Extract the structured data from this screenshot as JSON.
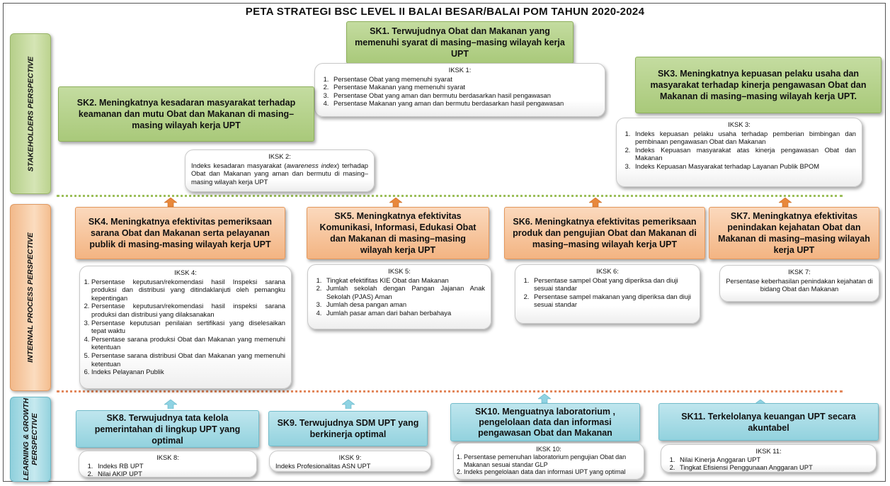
{
  "title": "PETA STRATEGI BSC LEVEL II BALAI BESAR/BALAI POM TAHUN 2020-2024",
  "perspectives": {
    "stakeholders": "STAKEHOLDERS PERSPECTIVE",
    "internal": "INTERNAL PROCESS PERSPECTIVE",
    "learning_line1": "LEARNING & GROWTH",
    "learning_line2": "PERSPECTIVE"
  },
  "sk1": {
    "title": "SK1. Terwujudnya Obat dan Makanan yang memenuhi syarat di masing–masing wilayah kerja UPT",
    "iksk_title": "IKSK 1:",
    "items": [
      "Persentase Obat yang memenuhi syarat",
      "Persentase Makanan yang memenuhi syarat",
      "Persentase Obat yang aman dan bermutu berdasarkan hasil pengawasan",
      "Persentase Makanan yang aman dan bermutu berdasarkan hasil pengawasan"
    ]
  },
  "sk2": {
    "title": "SK2. Meningkatnya kesadaran masyarakat terhadap keamanan dan mutu Obat dan Makanan di masing–masing wilayah kerja UPT",
    "iksk_title": "IKSK 2:",
    "text_a": "Indeks kesadaran masyarakat (",
    "text_em": "awareness index",
    "text_b": ") terhadap Obat dan Makanan yang aman dan bermutu di masing–masing wilayah kerja UPT"
  },
  "sk3": {
    "title": "SK3. Meningkatnya kepuasan pelaku usaha dan masyarakat terhadap kinerja pengawasan Obat dan Makanan di masing–masing wilayah kerja UPT.",
    "iksk_title": "IKSK 3:",
    "items": [
      "Indeks kepuasan pelaku usaha terhadap pemberian bimbingan dan pembinaan pengawasan Obat dan Makanan",
      "Indeks Kepuasan masyarakat atas kinerja pengawasan Obat dan Makanan",
      "Indeks Kepuasan Masyarakat terhadap Layanan Publik BPOM"
    ]
  },
  "sk4": {
    "title": "SK4. Meningkatnya efektivitas pemeriksaan sarana Obat dan Makanan serta pelayanan publik di masing-masing wilayah kerja UPT",
    "iksk_title": "IKSK 4:",
    "items": [
      "Persentase keputusan/rekomendasi hasil Inspeksi sarana produksi dan distribusi yang ditindaklanjuti oleh pemangku kepentingan",
      "Persentase keputusan/rekomendasi hasil inspeksi sarana produksi dan distribusi yang dilaksanakan",
      "Persentase keputusan penilaian sertifikasi yang diselesaikan tepat waktu",
      "Persentase sarana produksi Obat dan Makanan yang memenuhi ketentuan",
      "Persentase sarana distribusi Obat dan Makanan yang memenuhi ketentuan",
      "Indeks Pelayanan Publik"
    ]
  },
  "sk5": {
    "title": "SK5. Meningkatnya efektivitas Komunikasi, Informasi, Edukasi Obat dan Makanan di masing–masing wilayah kerja UPT",
    "iksk_title": "IKSK 5:",
    "items": [
      "Tingkat efektifitas KIE Obat dan Makanan",
      "Jumlah sekolah dengan Pangan Jajanan Anak Sekolah (PJAS) Aman",
      "Jumlah desa pangan aman",
      "Jumlah pasar aman dari bahan berbahaya"
    ]
  },
  "sk6": {
    "title": "SK6. Meningkatnya efektivitas pemeriksaan produk dan pengujian Obat dan Makanan di masing–masing wilayah kerja UPT",
    "iksk_title": "IKSK 6:",
    "items": [
      "Persentase sampel Obat yang diperiksa dan diuji sesuai standar",
      "Persentase sampel makanan yang diperiksa dan diuji sesuai standar"
    ]
  },
  "sk7": {
    "title": "SK7. Meningkatnya efektivitas penindakan kejahatan Obat dan Makanan di masing–masing wilayah kerja UPT",
    "iksk_title": "IKSK 7:",
    "text": "Persentase keberhasilan penindakan kejahatan di bidang Obat dan Makanan"
  },
  "sk8": {
    "title": "SK8. Terwujudnya tata kelola pemerintahan di lingkup UPT yang optimal",
    "iksk_title": "IKSK 8:",
    "items": [
      "Indeks RB UPT",
      "Nilai AKIP UPT"
    ]
  },
  "sk9": {
    "title": "SK9. Terwujudnya SDM UPT yang berkinerja optimal",
    "iksk_title": "IKSK 9:",
    "text": "Indeks Profesionalitas ASN UPT"
  },
  "sk10": {
    "title": "SK10. Menguatnya laboratorium , pengelolaan data dan informasi pengawasan Obat dan Makanan",
    "iksk_title": "IKSK 10:",
    "items": [
      "Persentase pemenuhan laboratorium pengujian Obat dan Makanan sesuai standar GLP",
      "Indeks pengelolaan data dan informasi UPT yang optimal"
    ]
  },
  "sk11": {
    "title": "SK11. Terkelolanya keuangan UPT secara akuntabel",
    "iksk_title": "IKSK 11:",
    "items": [
      "Nilai Kinerja Anggaran UPT",
      "Tingkat Efisiensi Penggunaan Anggaran UPT"
    ]
  },
  "colors": {
    "green": "#a9c97a",
    "orange": "#f3b482",
    "blue": "#92d2de",
    "arrow_orange": "#e8883c",
    "arrow_blue": "#8fd3e3"
  }
}
